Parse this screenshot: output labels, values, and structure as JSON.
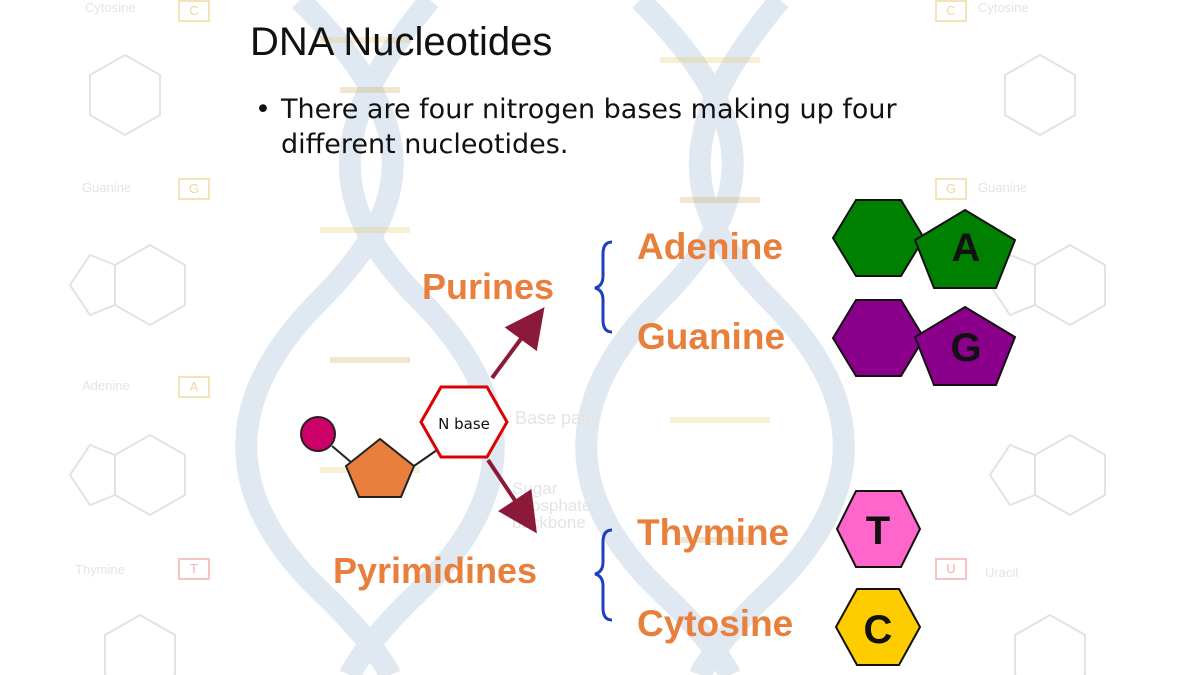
{
  "slide": {
    "title": "DNA Nucleotides",
    "bullet": "There are four nitrogen bases making up four different nucleotides."
  },
  "diagram": {
    "nucleotide_label": "N base",
    "categories": [
      {
        "label": "Purines"
      },
      {
        "label": "Pyrimidines"
      }
    ],
    "bases": [
      {
        "name": "Adenine",
        "letter": "A",
        "color": "#008000"
      },
      {
        "name": "Guanine",
        "letter": "G",
        "color": "#8b008b"
      },
      {
        "name": "Thymine",
        "letter": "T",
        "color": "#ff66cc"
      },
      {
        "name": "Cytosine",
        "letter": "C",
        "color": "#ffcc00"
      }
    ],
    "colors": {
      "label_orange": "#e97f3d",
      "phosphate": "#cc0066",
      "sugar": "#e97f3d",
      "nbase_outline": "#dd0000",
      "arrow": "#8b1a3a",
      "brace": "#1f3fbf"
    }
  },
  "background": {
    "labels": [
      "Cytosine",
      "Guanine",
      "Adenine",
      "Thymine",
      "Base pair",
      "Sugar phosphate backbone",
      "Uracil"
    ],
    "letters": [
      "C",
      "G",
      "A",
      "T",
      "U"
    ]
  }
}
